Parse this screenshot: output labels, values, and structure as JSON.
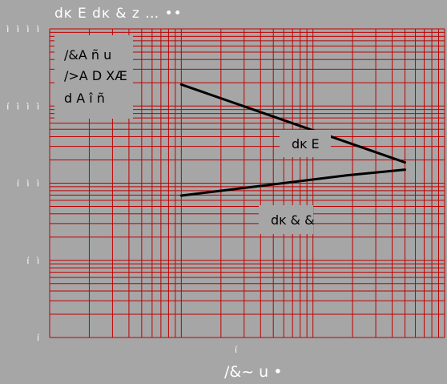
{
  "chart_data": {
    "type": "line",
    "title": "dĸ E dĸ & z … ••",
    "xlabel": "/&~ u •",
    "xlabel_top": "í",
    "ylabel": "",
    "y_ticks": [
      "í",
      "í ì",
      "í ì ì",
      "í ì ì ì",
      "í ì ì ì ì"
    ],
    "y_scale": "log",
    "ylim": [
      1,
      10000
    ],
    "x_scale": "log",
    "xlim": [
      1,
      1000
    ],
    "grid": true,
    "grid_color": "#c00000",
    "line_color": "#000000",
    "legend_lines": [
      "/&A ñ u",
      "/>A D XÆ",
      "d A î ñ"
    ],
    "series": [
      {
        "name": "dĸ E",
        "x": [
          10,
          500
        ],
        "y": [
          1900,
          186
        ]
      },
      {
        "name": "dĸ & &",
        "x": [
          10,
          180,
          500
        ],
        "y": [
          69,
          126,
          150
        ]
      }
    ]
  }
}
